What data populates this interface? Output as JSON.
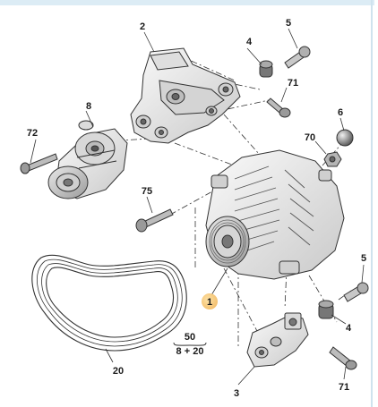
{
  "diagram": {
    "callouts": {
      "c1": "1",
      "c2": "2",
      "c3": "3",
      "c4a": "4",
      "c4b": "4",
      "c5a": "5",
      "c5b": "5",
      "c6": "6",
      "c8": "8",
      "c20": "20",
      "c70": "70",
      "c71a": "71",
      "c71b": "71",
      "c72": "72",
      "c75": "75"
    },
    "fraction": {
      "numerator": "50",
      "denominator": "8 + 20"
    },
    "colors": {
      "line": "#333333",
      "part_fill": "#f4f4f4",
      "part_shade": "#cfcfcf",
      "highlight": "#f3c97a",
      "top_strip": "#dcecf5"
    }
  }
}
